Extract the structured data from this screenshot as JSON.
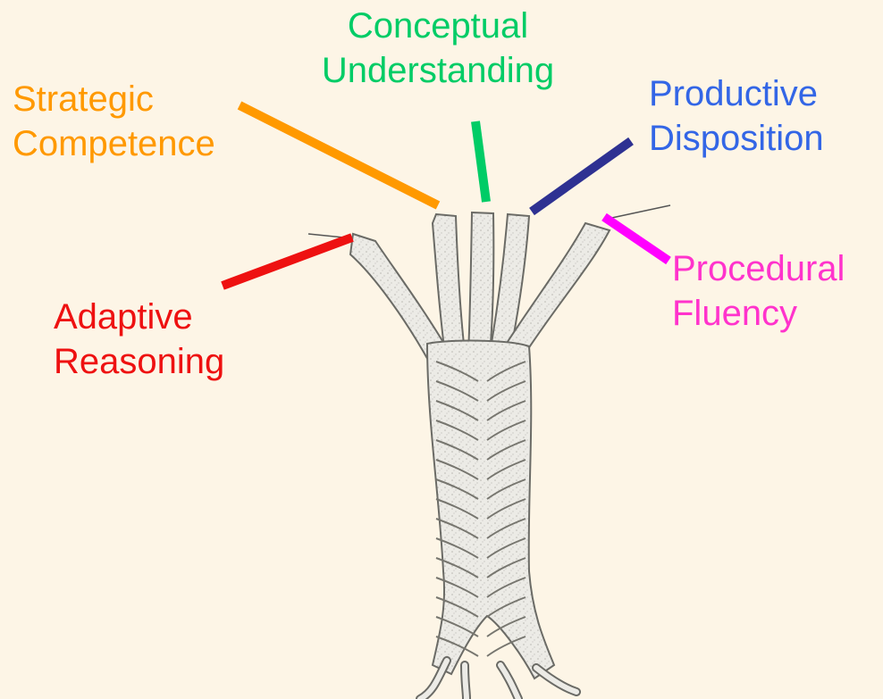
{
  "strands": [
    {
      "id": "conceptual",
      "line1": "Conceptual",
      "line2": "Understanding",
      "color": "#00cc66"
    },
    {
      "id": "strategic",
      "line1": "Strategic",
      "line2": "Competence",
      "color": "#ff9900"
    },
    {
      "id": "productive",
      "line1": "Productive",
      "line2": "Disposition",
      "color": "#3366e6"
    },
    {
      "id": "procedural",
      "line1": "Procedural",
      "line2": "Fluency",
      "color": "#ff33cc"
    },
    {
      "id": "adaptive",
      "line1": "Adaptive",
      "line2": "Reasoning",
      "color": "#ee1111"
    }
  ],
  "leader_colors": {
    "conceptual": "#00cc66",
    "strategic": "#ff9900",
    "productive": "#2e3192",
    "procedural": "#ff00ff",
    "adaptive": "#ee1111"
  },
  "icons": [
    "braided-rope-illustration"
  ]
}
